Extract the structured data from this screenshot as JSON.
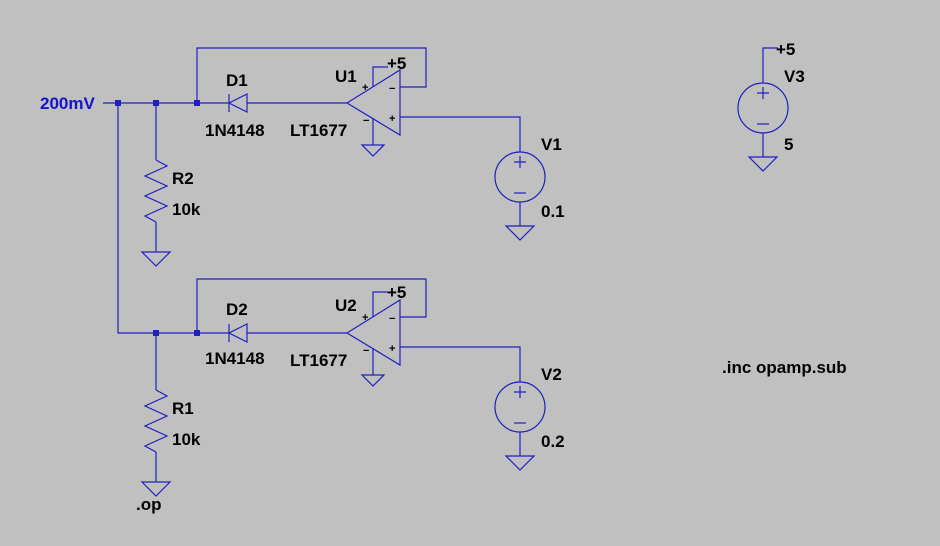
{
  "schematic": {
    "input_net_label": "200mV",
    "directive": ".inc opamp.sub",
    "output_label": ".op",
    "colors": {
      "background": "#c0c0c0",
      "wire": "#2020c0",
      "net_label": "#1414c8",
      "text": "#000000"
    },
    "components": {
      "d1": {
        "ref": "D1",
        "value": "1N4148"
      },
      "d2": {
        "ref": "D2",
        "value": "1N4148"
      },
      "u1": {
        "ref": "U1",
        "value": "LT1677",
        "supply_label": "+5",
        "plus_sign": "+",
        "minus_sign": "−"
      },
      "u2": {
        "ref": "U2",
        "value": "LT1677",
        "supply_label": "+5",
        "plus_sign": "+",
        "minus_sign": "−"
      },
      "r2": {
        "ref": "R2",
        "value": "10k"
      },
      "r1": {
        "ref": "R1",
        "value": "10k"
      },
      "v1": {
        "ref": "V1",
        "value": "0.1"
      },
      "v2": {
        "ref": "V2",
        "value": "0.2"
      },
      "v3": {
        "ref": "V3",
        "value": "5",
        "supply_label": "+5"
      }
    }
  }
}
